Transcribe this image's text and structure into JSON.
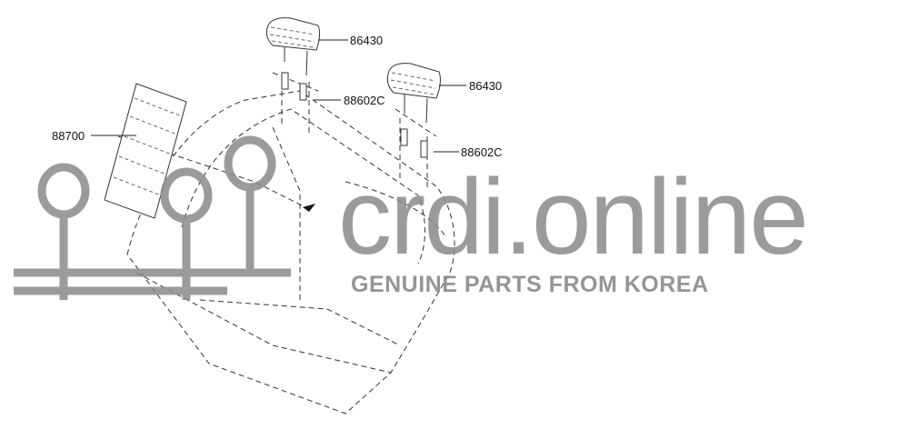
{
  "parts": [
    {
      "id": "headrest-left",
      "label": "86430"
    },
    {
      "id": "headrest-right",
      "label": "86430"
    },
    {
      "id": "guide-left",
      "label": "88602C"
    },
    {
      "id": "guide-right",
      "label": "88602C"
    },
    {
      "id": "seatback-frame",
      "label": "88700"
    }
  ],
  "watermark": {
    "brand": "crdi.online",
    "tagline": "GENUINE PARTS FROM KOREA"
  }
}
